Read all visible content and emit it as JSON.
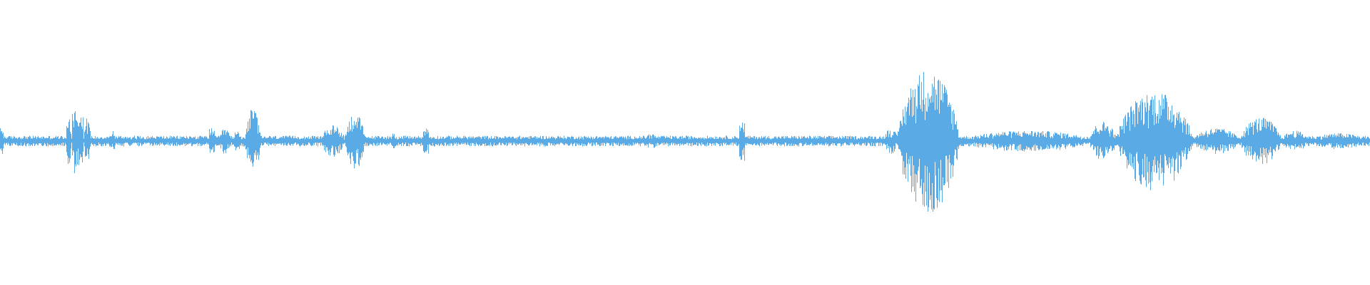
{
  "waveform": {
    "color": "#5aaae6",
    "background": "#ffffff",
    "peak_scale": 1.0,
    "segments": [
      {
        "start": 0.0,
        "end": 1.0,
        "amp": 0.04,
        "kind": "noise"
      },
      {
        "start": 0.0,
        "end": 0.002,
        "amp": 0.1,
        "kind": "spike"
      },
      {
        "start": 0.048,
        "end": 0.052,
        "amp": 0.2,
        "kind": "burst"
      },
      {
        "start": 0.053,
        "end": 0.056,
        "amp": 0.25,
        "kind": "spike"
      },
      {
        "start": 0.057,
        "end": 0.06,
        "amp": 0.22,
        "kind": "spike"
      },
      {
        "start": 0.061,
        "end": 0.066,
        "amp": 0.18,
        "kind": "burst"
      },
      {
        "start": 0.08,
        "end": 0.084,
        "amp": 0.08,
        "kind": "burst"
      },
      {
        "start": 0.153,
        "end": 0.156,
        "amp": 0.1,
        "kind": "spike"
      },
      {
        "start": 0.16,
        "end": 0.168,
        "amp": 0.1,
        "kind": "burst"
      },
      {
        "start": 0.17,
        "end": 0.176,
        "amp": 0.08,
        "kind": "burst"
      },
      {
        "start": 0.179,
        "end": 0.19,
        "amp": 0.25,
        "kind": "burst"
      },
      {
        "start": 0.234,
        "end": 0.252,
        "amp": 0.12,
        "kind": "burst"
      },
      {
        "start": 0.252,
        "end": 0.266,
        "amp": 0.22,
        "kind": "burst"
      },
      {
        "start": 0.283,
        "end": 0.29,
        "amp": 0.06,
        "kind": "burst"
      },
      {
        "start": 0.309,
        "end": 0.312,
        "amp": 0.1,
        "kind": "spike"
      },
      {
        "start": 0.47,
        "end": 0.48,
        "amp": 0.06,
        "kind": "burst"
      },
      {
        "start": 0.54,
        "end": 0.543,
        "amp": 0.15,
        "kind": "spike"
      },
      {
        "start": 0.645,
        "end": 0.655,
        "amp": 0.1,
        "kind": "burst"
      },
      {
        "start": 0.655,
        "end": 0.7,
        "amp": 0.55,
        "kind": "burst"
      },
      {
        "start": 0.7,
        "end": 0.8,
        "amp": 0.08,
        "kind": "burst"
      },
      {
        "start": 0.795,
        "end": 0.815,
        "amp": 0.15,
        "kind": "burst"
      },
      {
        "start": 0.815,
        "end": 0.87,
        "amp": 0.38,
        "kind": "burst"
      },
      {
        "start": 0.87,
        "end": 0.905,
        "amp": 0.1,
        "kind": "burst"
      },
      {
        "start": 0.905,
        "end": 0.935,
        "amp": 0.18,
        "kind": "burst"
      },
      {
        "start": 0.935,
        "end": 0.955,
        "amp": 0.08,
        "kind": "burst"
      },
      {
        "start": 0.955,
        "end": 1.0,
        "amp": 0.06,
        "kind": "burst"
      }
    ]
  }
}
